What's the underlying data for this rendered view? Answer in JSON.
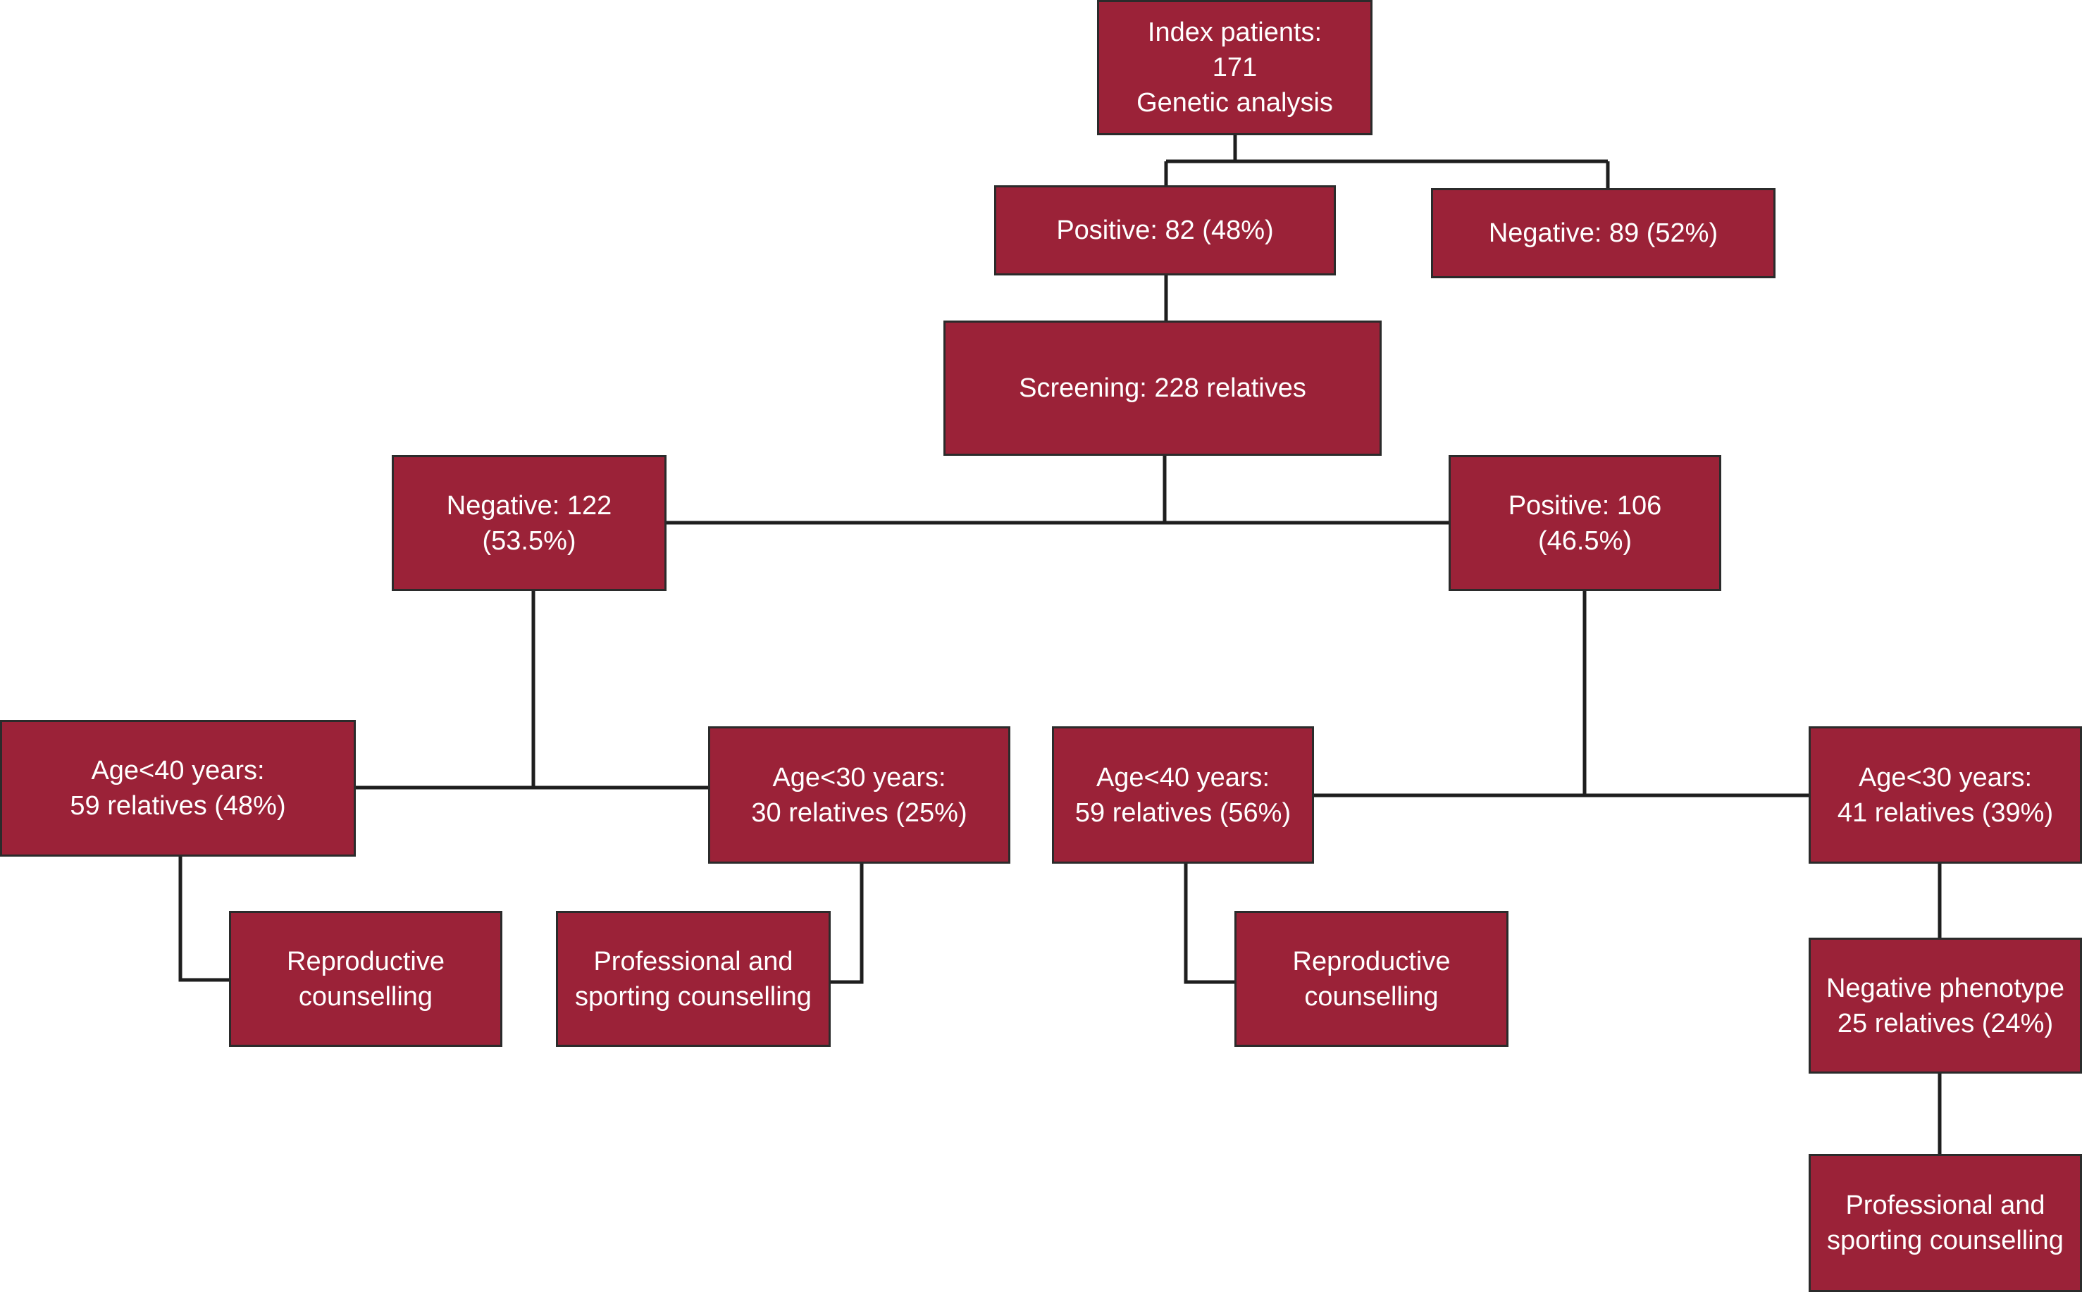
{
  "colors": {
    "box_fill": "#9b2238",
    "box_border": "#2b2b2b",
    "box_text": "#ffffff",
    "connector": "#1e1e1e",
    "background": "#ffffff"
  },
  "nodes": {
    "index_patients": "Index patients:\n171\nGenetic analysis",
    "index_positive": "Positive: 82 (48%)",
    "index_negative": "Negative: 89 (52%)",
    "screening": "Screening: 228 relatives",
    "relatives_negative": "Negative: 122\n(53.5%)",
    "relatives_positive": "Positive: 106\n(46.5%)",
    "neg_age_under_40": "Age<40 years:\n59 relatives (48%)",
    "neg_age_under_30": "Age<30 years:\n30 relatives (25%)",
    "pos_age_under_40": "Age<40 years:\n59 relatives (56%)",
    "pos_age_under_30": "Age<30 years:\n41 relatives (39%)",
    "neg_reproductive_counselling": "Reproductive\ncounselling",
    "neg_professional_counselling": "Professional and\nsporting counselling",
    "pos_reproductive_counselling": "Reproductive\ncounselling",
    "negative_phenotype": "Negative phenotype\n25 relatives (24%)",
    "pos_professional_counselling": "Professional and\nsporting counselling"
  }
}
